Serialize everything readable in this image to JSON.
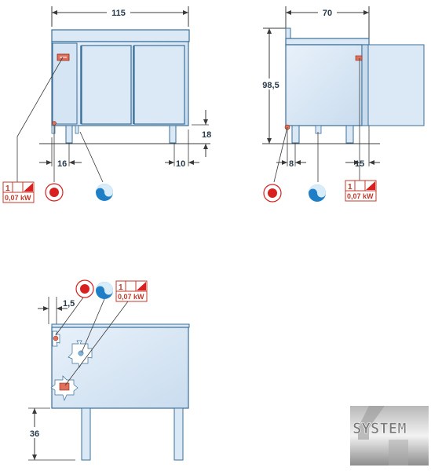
{
  "front_view": {
    "width_label": "115",
    "leg_height_label": "18",
    "left_offset_label": "16",
    "right_offset_label": "10",
    "badge": {
      "phase": "1",
      "power": "0,07 kW"
    }
  },
  "side_view": {
    "depth_label": "70",
    "height_label": "98,5",
    "drain_offset_label": "8",
    "connection_offset_label": "15",
    "badge": {
      "phase": "1",
      "power": "0,07 kW"
    }
  },
  "rear_view": {
    "top_offset_label": "1,5",
    "leg_height_label": "36",
    "badge": {
      "phase": "1",
      "power": "0,07 kW"
    }
  },
  "logo": {
    "text": "SYSTEM"
  },
  "colors": {
    "body_fill": "#dbe9f6",
    "outline": "#3a6f98",
    "dimension_line": "#3b3b3b",
    "electric_red": "#d82020",
    "water_blue": "#1f7fc6"
  }
}
